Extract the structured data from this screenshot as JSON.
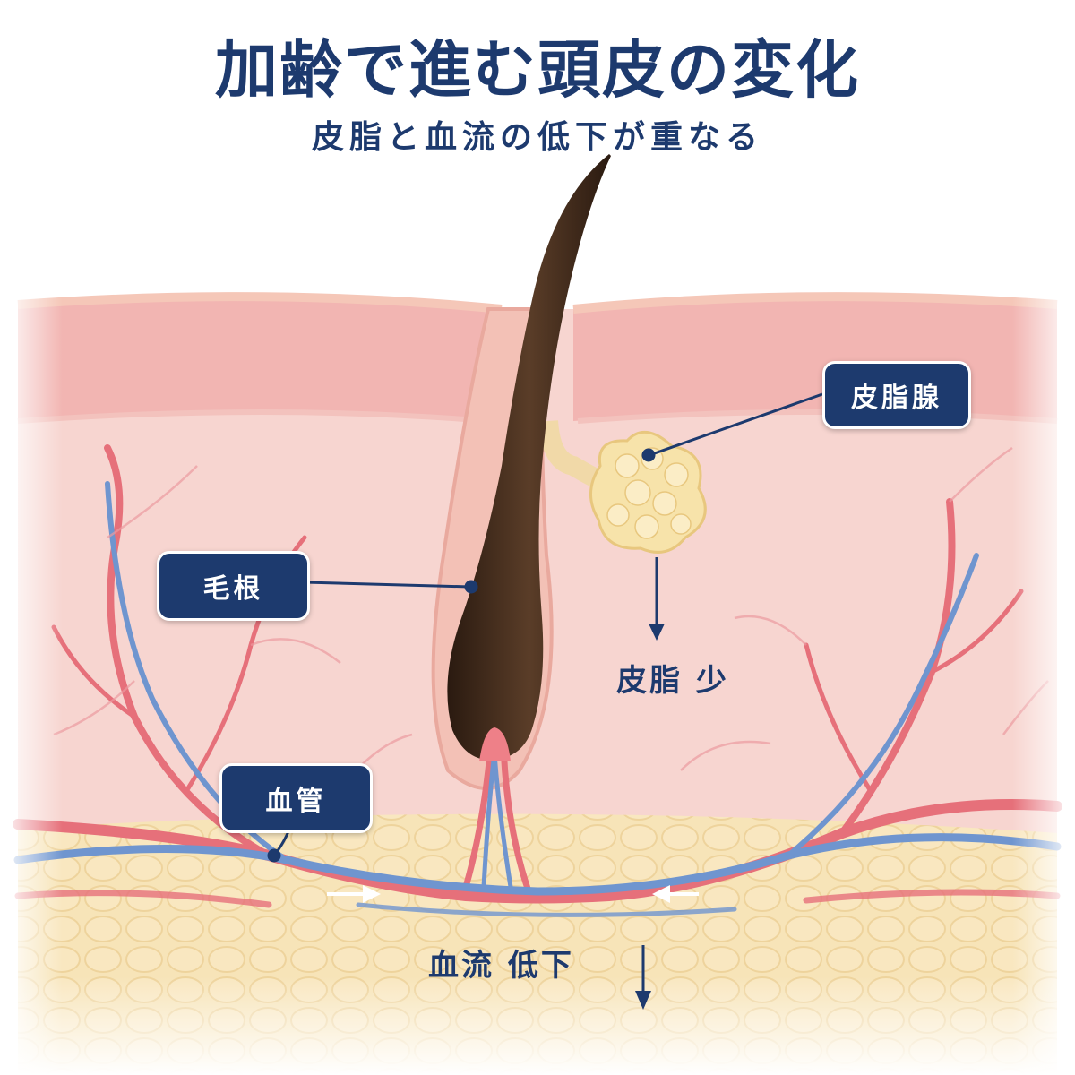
{
  "header": {
    "title": "加齢で進む頭皮の変化",
    "subtitle": "皮脂と血流の低下が重なる"
  },
  "labels": {
    "hair_root": "毛根",
    "blood_vessel": "血管",
    "sebaceous_gland": "皮脂腺",
    "sebum_low": "皮脂 少",
    "blood_flow_low": "血流 低下"
  },
  "colors": {
    "navy": "#1d3a6e",
    "skin": "#f6d3cf",
    "epidermis": "#efa9a6",
    "fat": "#f7e4b8",
    "hair": "#3f2a1c",
    "artery": "#e6707a",
    "vein": "#6f95cf",
    "gland": "#f6e3a8"
  }
}
